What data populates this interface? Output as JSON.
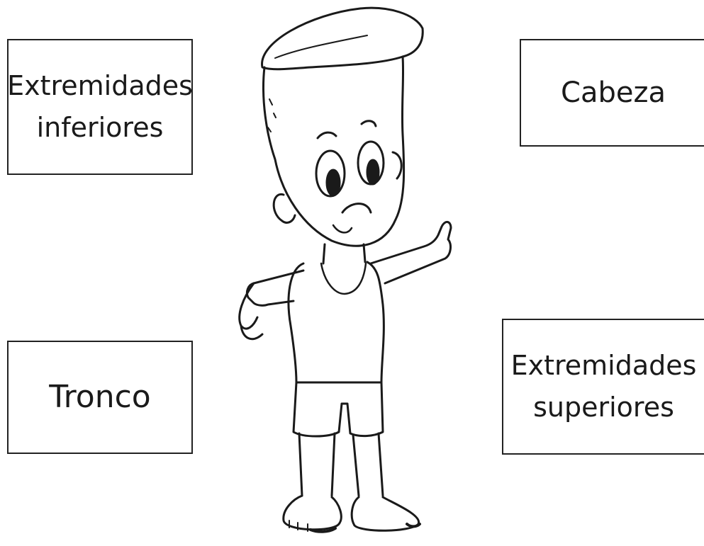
{
  "labels": {
    "top_left": {
      "line1": "Extremidades",
      "line2": "inferiores"
    },
    "top_right": {
      "line1": "Cabeza"
    },
    "bottom_left": {
      "line1": "Tronco"
    },
    "bottom_right": {
      "line1": "Extremidades",
      "line2": "superiores"
    }
  },
  "illustration": {
    "subject": "child-figure",
    "icon": "child-drawing-icon"
  },
  "colors": {
    "ink": "#1a1a1a",
    "background": "#ffffff"
  }
}
